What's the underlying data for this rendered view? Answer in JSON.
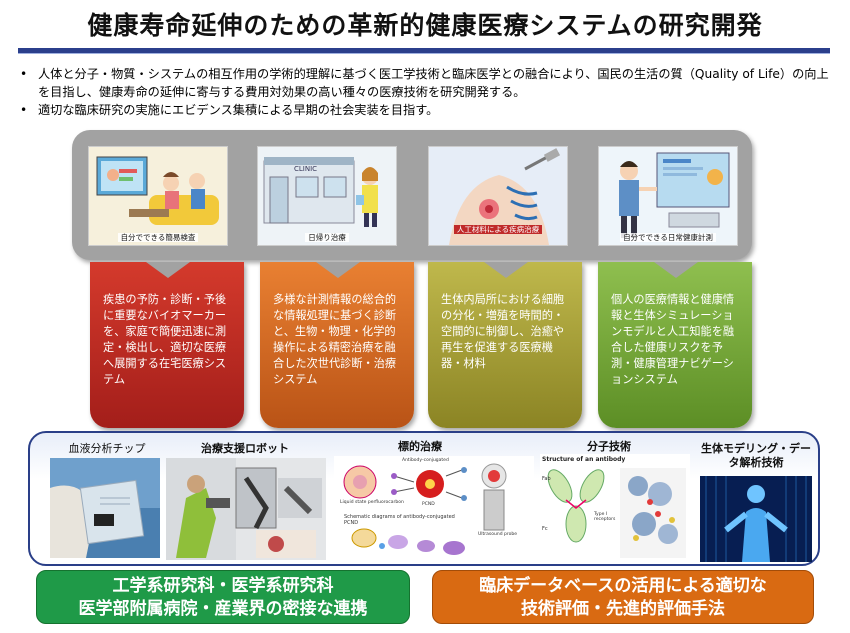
{
  "title": "健康寿命延伸のための革新的健康医療システムの研究開発",
  "bullets": [
    {
      "marker": "•",
      "text": "人体と分子・物質・システムの相互作用の学術的理解に基づく医工学技術と臨床医学との融合により、国民の生活の質（Quality of Life）の向上を目指し、健康寿命の延伸に寄与する費用対効果の高い種々の医療技術を研究開発する。"
    },
    {
      "marker": "•",
      "text": "適切な臨床研究の実施にエビデンス集積による早期の社会実装を目指す。"
    }
  ],
  "scenes": [
    {
      "caption": "自分でできる簡易検査",
      "icon": "home-test-illustration"
    },
    {
      "caption": "日帰り治療",
      "icon": "clinic-illustration",
      "sign": "CLINIC"
    },
    {
      "caption": "人工材料による疾病治療",
      "icon": "artificial-material-illustration"
    },
    {
      "caption": "自分でできる日常健康計測",
      "icon": "daily-measurement-illustration"
    }
  ],
  "columns": [
    {
      "text": "疾患の予防・診断・予後に重要なバイオマーカーを、家庭で簡便迅速に測定・検出し、適切な医療へ展開する在宅医療システム",
      "color": "#c62f25"
    },
    {
      "text": "多様な計測情報の総合的な情報処理に基づく診断と、生物・物理・化学的操作による精密治療を融合した次世代診断・治療システム",
      "color": "#d96a22"
    },
    {
      "text": "生体内局所における細胞の分化・増殖を時間的・空間的に制御し、治癒や再生を促進する医療機器・材料",
      "color": "#aaa33a"
    },
    {
      "text": "個人の医療情報と健康情報と生体シミュレーションモデルと人工知能を融合した健康リスクを予測・健康管理ナビゲーションシステム",
      "color": "#7aad3e"
    }
  ],
  "technologies": [
    {
      "label": "血液分析チップ",
      "icon": "blood-chip-photo"
    },
    {
      "label": "治療支援ロボット",
      "icon": "surgical-robot-photo"
    },
    {
      "label": "標的治療",
      "icon": "targeted-therapy-diagram",
      "diagram_text": [
        "Schematic diagrams of antibody-conjugated PCND",
        "Liquid state perfluorocarbon",
        "Ultrasound probe",
        "Antibody-conjugated",
        "PCND"
      ]
    },
    {
      "label": "分子技術",
      "icon": "antibody-structure-diagram",
      "diagram_text": [
        "Structure of an antibody",
        "Type I receptors",
        "Fab",
        "Fc"
      ]
    },
    {
      "label": "生体モデリング・データ解析技術",
      "icon": "digital-human-image"
    }
  ],
  "bottom": {
    "left": {
      "line1": "工学系研究科・医学系研究科",
      "line2": "医学部附属病院・産業界の密接な連携",
      "color": "#1f9a48"
    },
    "right": {
      "line1": "臨床データベースの活用による適切な",
      "line2": "技術評価・先進的評価手法",
      "color": "#d96a12"
    }
  }
}
